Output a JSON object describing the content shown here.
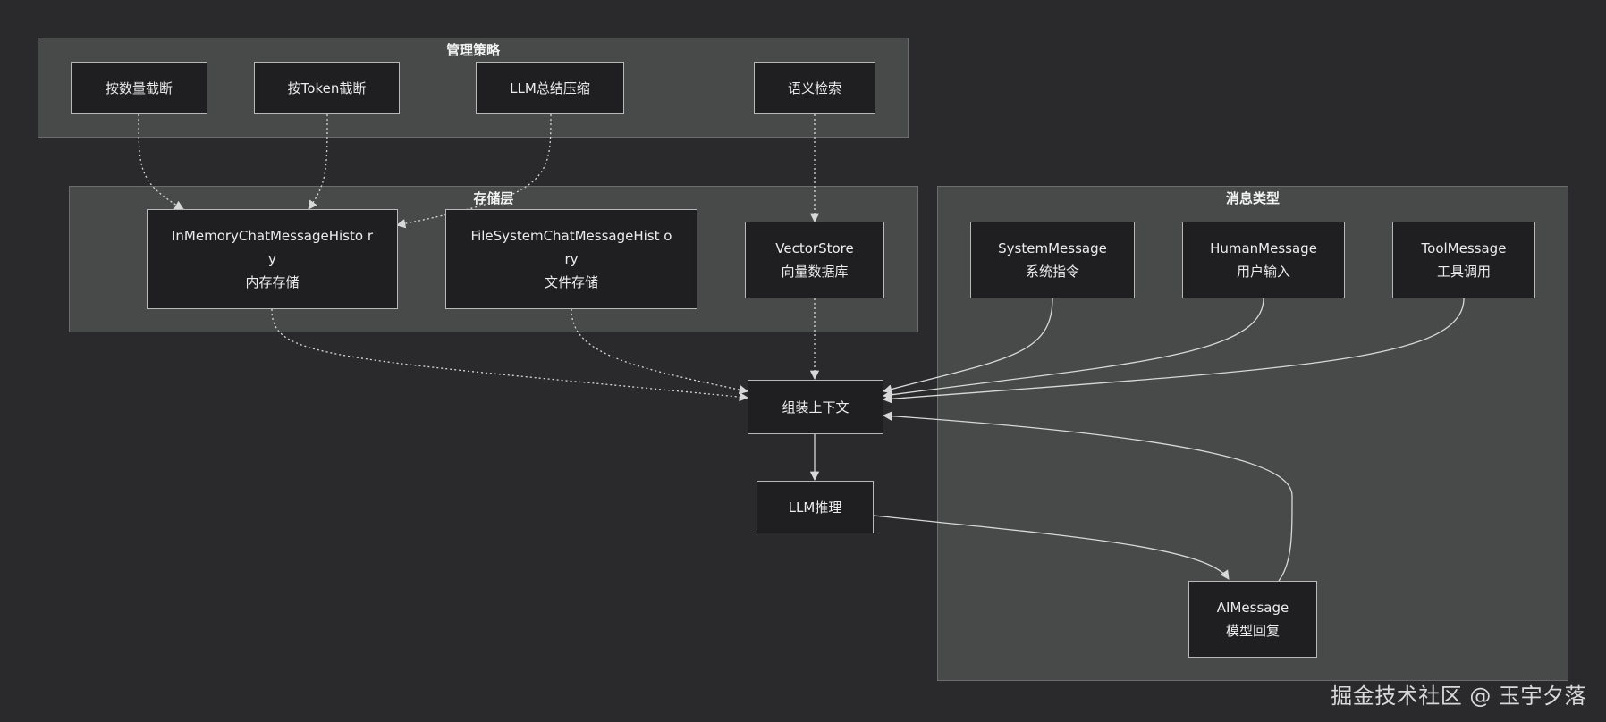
{
  "groups": {
    "strategy": {
      "title": "管理策略"
    },
    "storage": {
      "title": "存储层"
    },
    "messages": {
      "title": "消息类型"
    }
  },
  "nodes": {
    "truncate_count": {
      "line1": "按数量截断"
    },
    "truncate_token": {
      "line1": "按Token截断"
    },
    "llm_summary": {
      "line1": "LLM总结压缩"
    },
    "semantic_search": {
      "line1": "语义检索"
    },
    "in_memory": {
      "line1": "InMemoryChatMessageHisto ry",
      "line2": "内存存储"
    },
    "file_system": {
      "line1": "FileSystemChatMessageHist ory",
      "line2": "文件存储"
    },
    "vector_store": {
      "line1": "VectorStore",
      "line2": "向量数据库"
    },
    "system_message": {
      "line1": "SystemMessage",
      "line2": "系统指令"
    },
    "human_message": {
      "line1": "HumanMessage",
      "line2": "用户输入"
    },
    "tool_message": {
      "line1": "ToolMessage",
      "line2": "工具调用"
    },
    "assemble_context": {
      "line1": "组装上下文"
    },
    "llm_inference": {
      "line1": "LLM推理"
    },
    "ai_message": {
      "line1": "AIMessage",
      "line2": "模型回复"
    }
  },
  "watermark": "掘金技术社区 @ 玉宇夕落",
  "colors": {
    "background": "#2a2a2c",
    "group_fill": "#474a48",
    "node_fill": "#1f1f21",
    "edge": "#d8d8d8"
  }
}
